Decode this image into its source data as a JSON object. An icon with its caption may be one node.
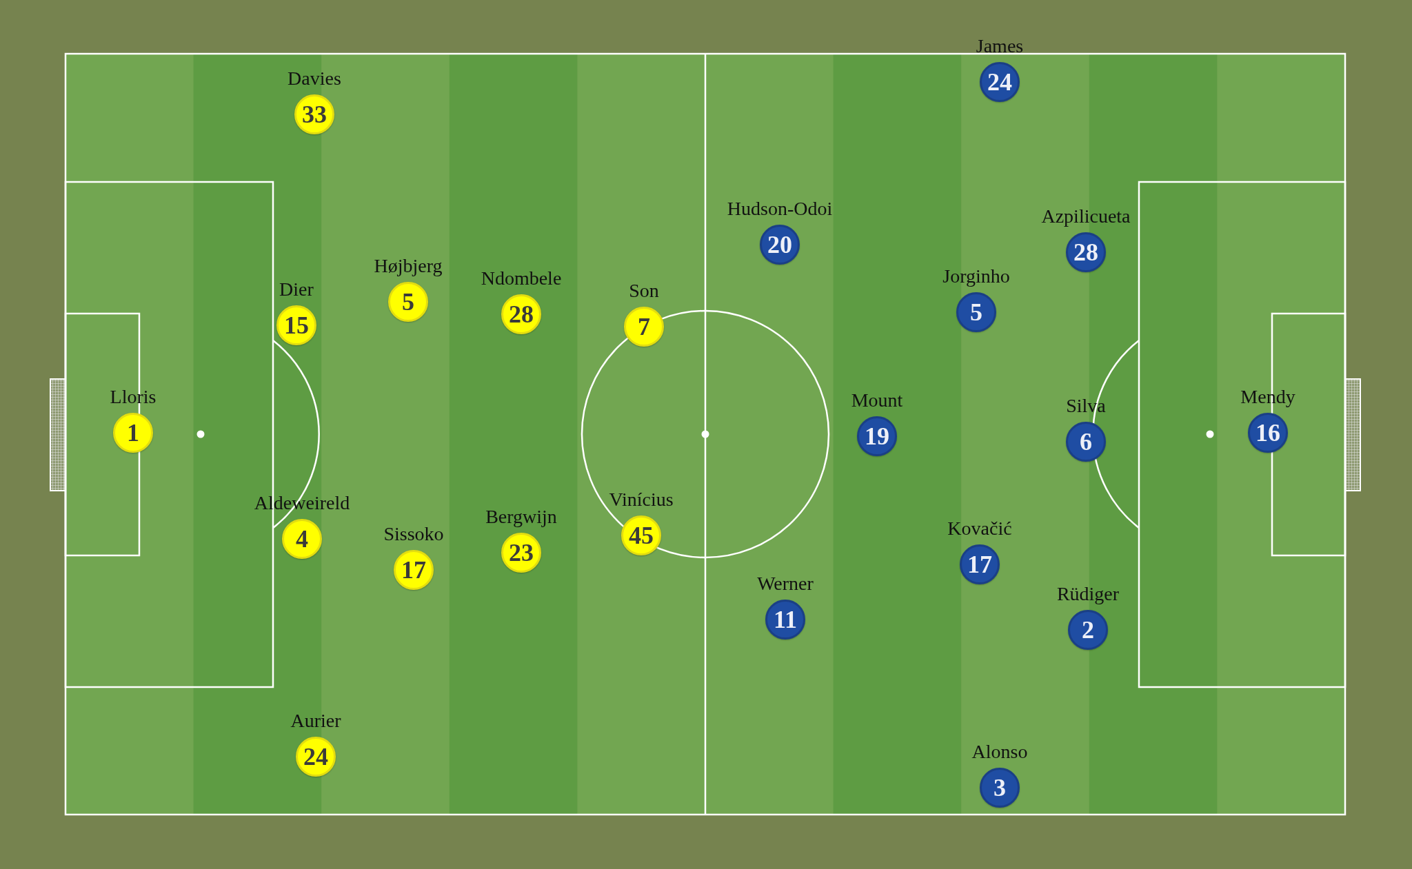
{
  "diagram": {
    "nodes": [
      {
        "text": [
          "1"
        ],
        "beside": [
          "Lloris"
        ]
      },
      {
        "text": [
          "33"
        ],
        "beside": [
          "Davies"
        ]
      },
      {
        "text": [
          "15"
        ],
        "beside": [
          "Dier"
        ]
      },
      {
        "text": [
          "4"
        ],
        "beside": [
          "Aldeweireld"
        ]
      },
      {
        "text": [
          "24"
        ],
        "beside": [
          "Aurier"
        ]
      },
      {
        "text": [
          "5"
        ],
        "beside": [
          "Højbjerg"
        ]
      },
      {
        "text": [
          "17"
        ],
        "beside": [
          "Sissoko"
        ]
      },
      {
        "text": [
          "28"
        ],
        "beside": [
          "Ndombele"
        ]
      },
      {
        "text": [
          "23"
        ],
        "beside": [
          "Bergwijn"
        ]
      },
      {
        "text": [
          "7"
        ],
        "beside": [
          "Son"
        ]
      },
      {
        "text": [
          "45"
        ],
        "beside": [
          "Vinícius"
        ]
      },
      {
        "text": [
          "20"
        ],
        "beside": [
          "Hudson-Odoi"
        ]
      },
      {
        "text": [
          "11"
        ],
        "beside": [
          "Werner"
        ]
      },
      {
        "text": [
          "19"
        ],
        "beside": [
          "Mount"
        ]
      },
      {
        "text": [
          "24"
        ],
        "beside": [
          "James"
        ]
      },
      {
        "text": [
          "5"
        ],
        "beside": [
          "Jorginho"
        ]
      },
      {
        "text": [
          "17"
        ],
        "beside": [
          "Kovačić"
        ]
      },
      {
        "text": [
          "3"
        ],
        "beside": [
          "Alonso"
        ]
      },
      {
        "text": [
          "28"
        ],
        "beside": [
          "Azpilicueta"
        ]
      },
      {
        "text": [
          "6"
        ],
        "beside": [
          "Silva"
        ]
      },
      {
        "text": [
          "2"
        ],
        "beside": [
          "Rüdiger"
        ]
      },
      {
        "text": [
          "16"
        ],
        "beside": [
          "Mendy"
        ]
      }
    ]
  }
}
